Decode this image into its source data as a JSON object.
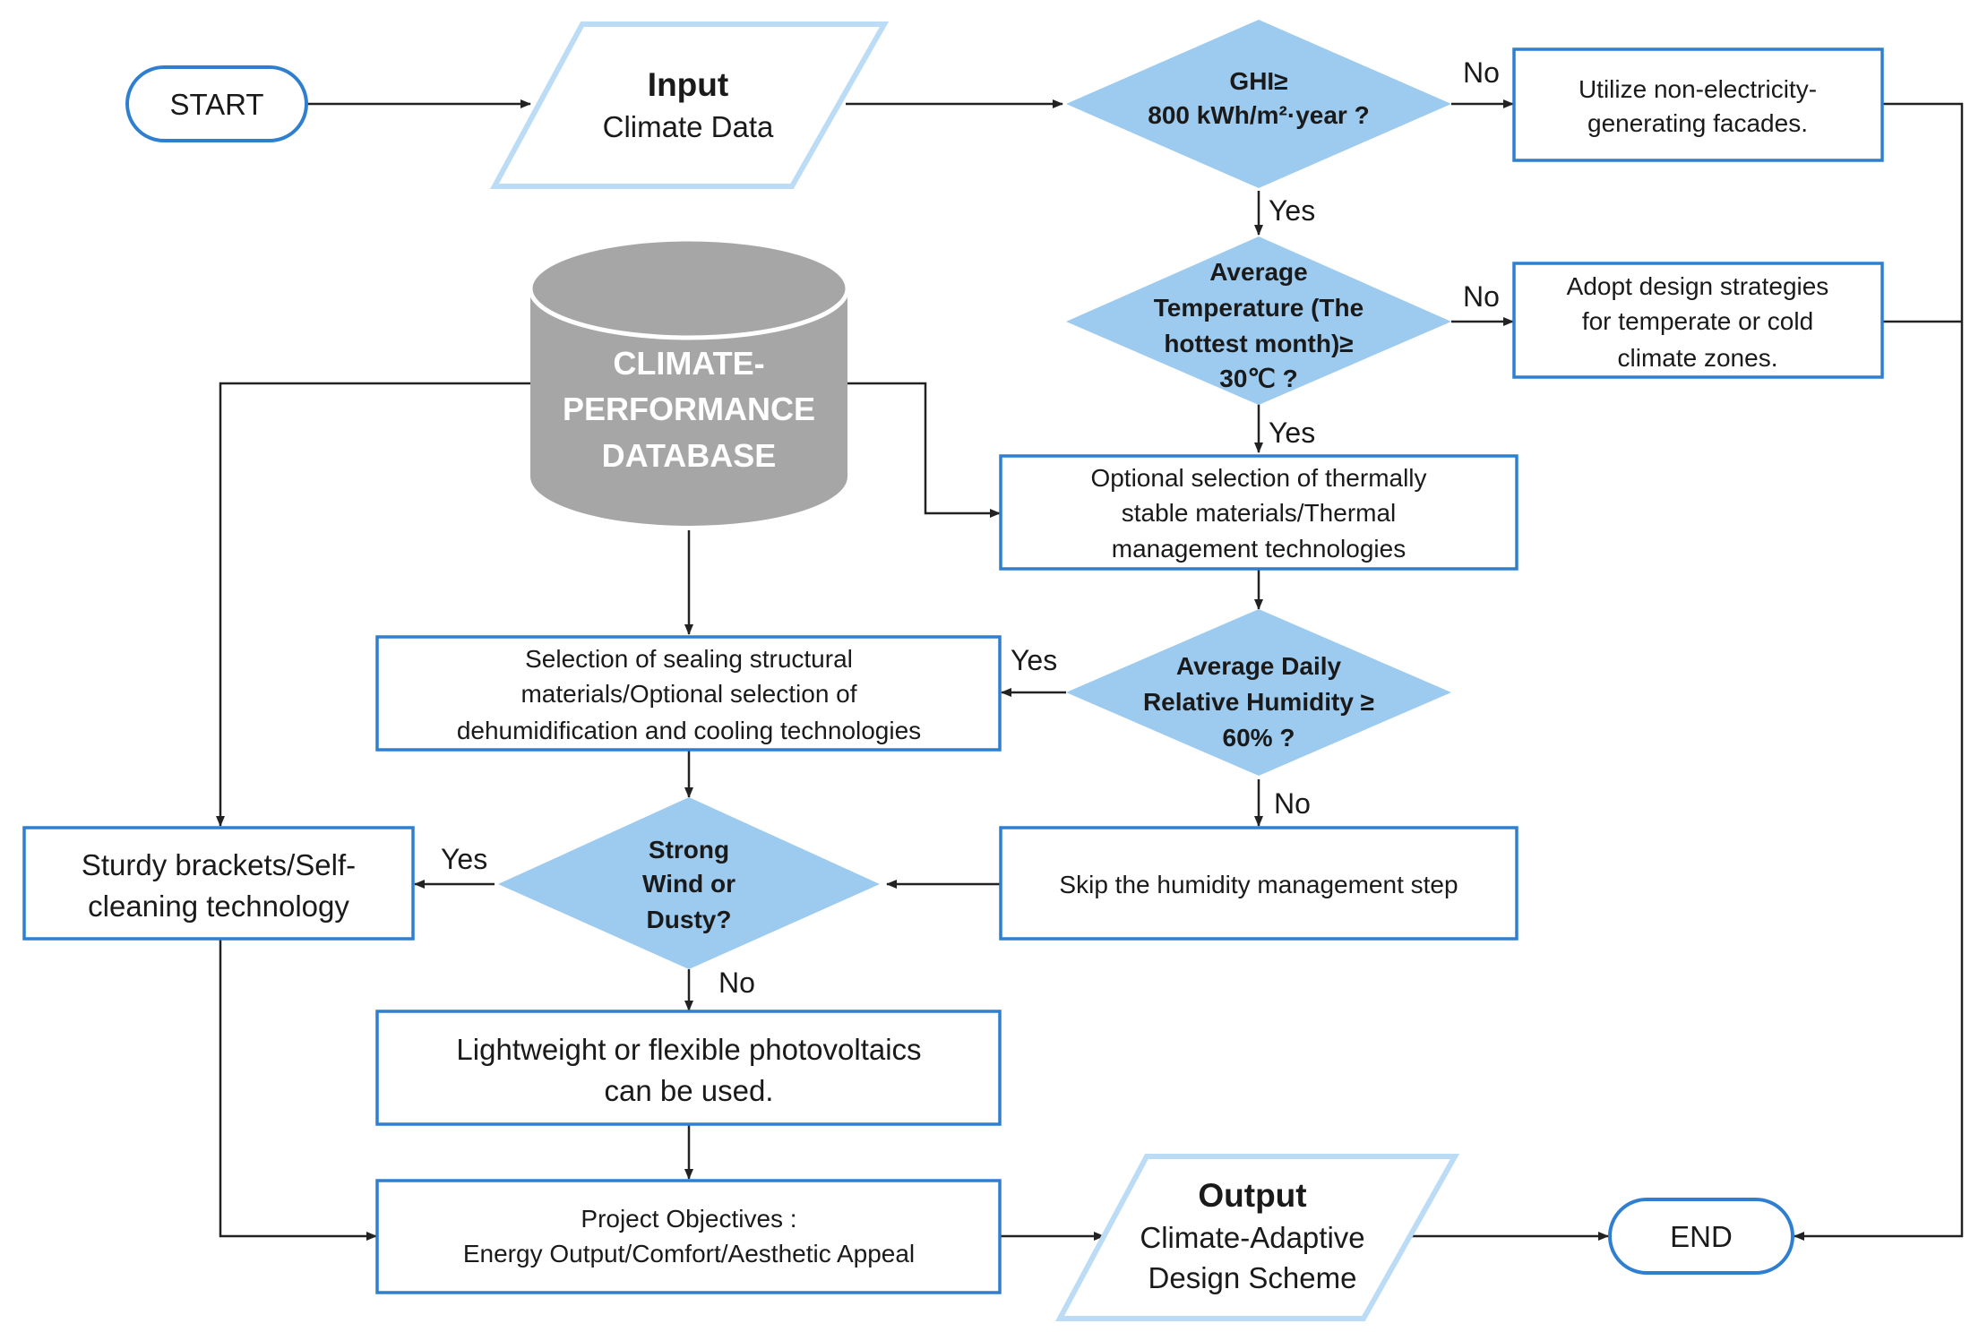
{
  "terminals": {
    "start": "START",
    "end": "END"
  },
  "io": {
    "input": {
      "title": "Input",
      "lines": [
        "Climate Data"
      ]
    },
    "output": {
      "title": "Output",
      "lines": [
        "Climate-Adaptive",
        "Design Scheme"
      ]
    }
  },
  "database": {
    "lines": [
      "CLIMATE-",
      "PERFORMANCE",
      "DATABASE"
    ]
  },
  "decisions": {
    "ghi": [
      "GHI≥",
      "800 kWh/m²·year ?"
    ],
    "temperature": [
      "Average",
      "Temperature (The",
      "hottest month)≥",
      "30℃ ?"
    ],
    "humidity": [
      "Average Daily",
      "Relative Humidity ≥",
      "60% ?"
    ],
    "wind": [
      "Strong",
      "Wind or",
      "Dusty?"
    ]
  },
  "processes": {
    "non_electric": [
      "Utilize non-electricity-",
      "generating facades."
    ],
    "temperate": [
      "Adopt design strategies",
      "for temperate or cold",
      "climate zones."
    ],
    "thermal": [
      "Optional selection of thermally",
      "stable materials/Thermal",
      "management technologies"
    ],
    "sealing": [
      "Selection of sealing structural",
      "materials/Optional selection of",
      "dehumidification and cooling technologies"
    ],
    "skip_humidity": [
      "Skip the humidity management step"
    ],
    "brackets": [
      "Sturdy brackets/Self-",
      "cleaning technology"
    ],
    "lightweight": [
      "Lightweight or flexible photovoltaics",
      "can be used."
    ],
    "objectives": [
      "Project Objectives :",
      "Energy Output/Comfort/Aesthetic Appeal"
    ]
  },
  "edge_labels": {
    "ghi_no": "No",
    "ghi_yes": "Yes",
    "temp_no": "No",
    "temp_yes": "Yes",
    "humidity_yes": "Yes",
    "humidity_no": "No",
    "wind_yes": "Yes",
    "wind_no": "No"
  },
  "colors": {
    "box_border": "#2f7fd0",
    "io_border": "#bcdcf5",
    "decision_fill": "#9dcbf0",
    "database_fill": "#a6a6a6",
    "connector": "#222222"
  }
}
